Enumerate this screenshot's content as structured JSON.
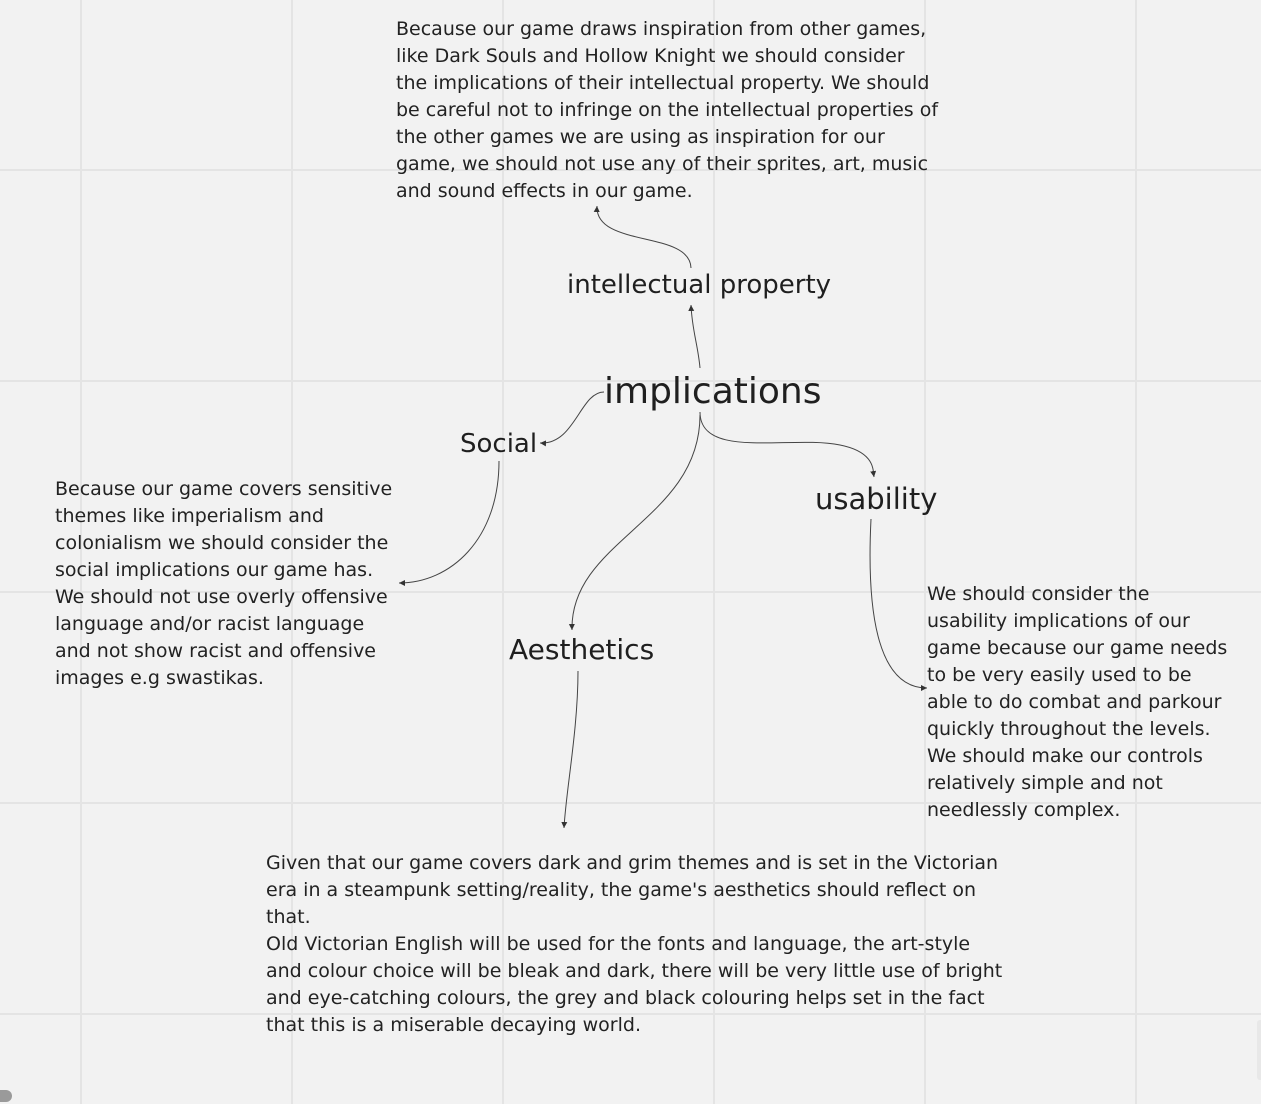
{
  "mindmap": {
    "central": "implications",
    "branches": [
      {
        "key": "ip",
        "label": "intellectual property"
      },
      {
        "key": "social",
        "label": "Social"
      },
      {
        "key": "usability",
        "label": "usability"
      },
      {
        "key": "aesthetics",
        "label": "Aesthetics"
      }
    ],
    "notes": {
      "ip": "Because our game draws inspiration from other games, like Dark Souls and Hollow Knight we should consider the implications of their intellectual property. We should be careful not to infringe on the intellectual properties of the other games we are using as inspiration for our game, we should not use any of their sprites, art, music and sound effects in our game.",
      "social": "Because our game covers sensitive themes like imperialism and colonialism we should consider the social implications our game has. We should not use overly offensive language and/or racist language and not show racist and offensive images e.g swastikas.",
      "usability": "We should consider the usability implications of our game because our game needs to be very easily used to be able to do combat and parkour quickly throughout the levels. We should make our controls relatively simple and not needlessly complex.",
      "aesthetics_line1": "Given that our game covers dark and grim themes and is set in the Victorian era in a steampunk setting/reality, the game's aesthetics should reflect on that.",
      "aesthetics_line2": "Old Victorian English will be used for the fonts and language, the art-style and colour choice will be bleak and dark, there will be very little use of bright and eye-catching colours, the grey and black colouring helps set in the fact that this is a miserable decaying world."
    }
  },
  "colors": {
    "background": "#f2f2f2",
    "grid": "#e4e4e4",
    "text": "#1f1f1f",
    "connector": "#333333"
  }
}
